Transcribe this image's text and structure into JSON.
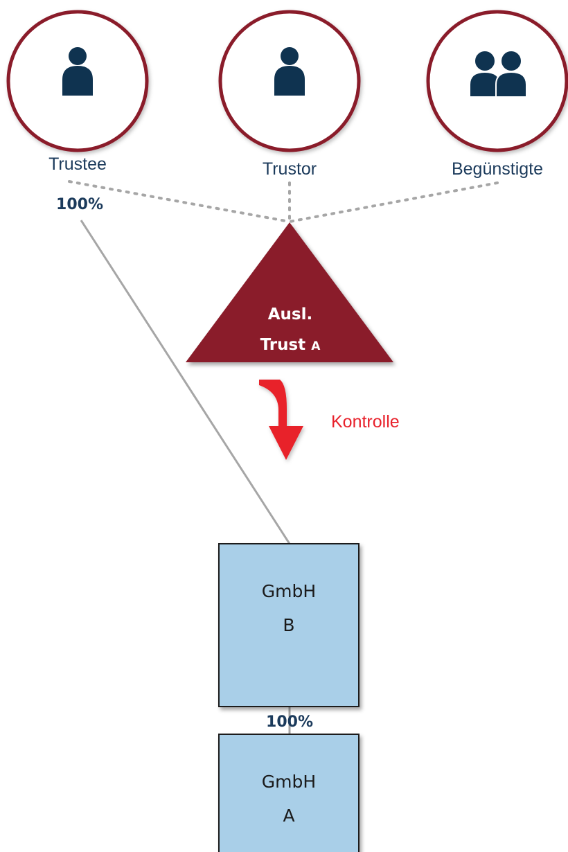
{
  "colors": {
    "circle_stroke": "#8a1c2b",
    "person_icon": "#0f3350",
    "label_text": "#1b3a5b",
    "trust_fill": "#8a1c2b",
    "box_fill": "#a9cfe8",
    "arrow": "#e8212b",
    "connector": "#a6a6a6"
  },
  "persons": [
    {
      "label": "Trustee",
      "icon": "person-icon"
    },
    {
      "label": "Trustor",
      "icon": "person-icon"
    },
    {
      "label": "Begünstigte",
      "icon": "group-icon"
    }
  ],
  "trust": {
    "line1": "Ausl.",
    "line2": "Trust",
    "suffix": "A"
  },
  "control": {
    "label": "Kontrolle",
    "icon": "arrow-down-icon"
  },
  "ownership": {
    "trustee_to_gmbh_b": "100%",
    "gmbh_b_to_gmbh_a": "100%"
  },
  "companies": {
    "gmbh_b": {
      "line1": "GmbH",
      "line2": "B"
    },
    "gmbh_a": {
      "line1": "GmbH",
      "line2": "A"
    }
  }
}
